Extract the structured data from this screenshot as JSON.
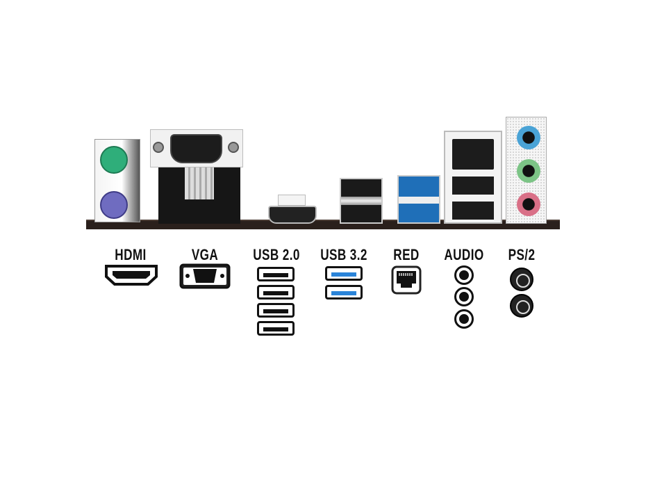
{
  "legend": {
    "hdmi": "HDMI",
    "vga": "VGA",
    "usb2": "USB 2.0",
    "usb3": "USB 3.2",
    "lan": "RED",
    "audio": "AUDIO",
    "ps2": "PS/2"
  },
  "colors": {
    "ps2_keyboard": "#2fae7a",
    "ps2_mouse": "#6f6cc0",
    "usb3_blue": "#2a84d9",
    "audio_line_in": "#4aa3d6",
    "audio_line_out": "#7cc486",
    "audio_mic": "#d97087"
  }
}
